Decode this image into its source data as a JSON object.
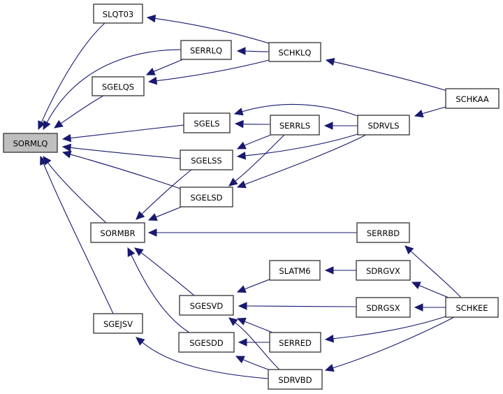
{
  "diagram": {
    "type": "call-graph",
    "root": "SORMLQ",
    "colors": {
      "edge": "#191970",
      "node_border": "#404040",
      "root_fill": "#bfbfbf",
      "node_fill": "#ffffff"
    },
    "nodes": [
      {
        "id": "SORMLQ",
        "label": "SORMLQ"
      },
      {
        "id": "SLQT03",
        "label": "SLQT03"
      },
      {
        "id": "SGELQS",
        "label": "SGELQS"
      },
      {
        "id": "SERRLQ",
        "label": "SERRLQ"
      },
      {
        "id": "SCHKLQ",
        "label": "SCHKLQ"
      },
      {
        "id": "SCHKAA",
        "label": "SCHKAA"
      },
      {
        "id": "SGELS",
        "label": "SGELS"
      },
      {
        "id": "SGELSS",
        "label": "SGELSS"
      },
      {
        "id": "SGELSD",
        "label": "SGELSD"
      },
      {
        "id": "SERRLS",
        "label": "SERRLS"
      },
      {
        "id": "SDRVLS",
        "label": "SDRVLS"
      },
      {
        "id": "SORMBR",
        "label": "SORMBR"
      },
      {
        "id": "SERRBD",
        "label": "SERRBD"
      },
      {
        "id": "SLATM6",
        "label": "SLATM6"
      },
      {
        "id": "SDRGVX",
        "label": "SDRGVX"
      },
      {
        "id": "SGESVD",
        "label": "SGESVD"
      },
      {
        "id": "SDRGSX",
        "label": "SDRGSX"
      },
      {
        "id": "SCHKEE",
        "label": "SCHKEE"
      },
      {
        "id": "SGEJSV",
        "label": "SGEJSV"
      },
      {
        "id": "SGESDD",
        "label": "SGESDD"
      },
      {
        "id": "SERRED",
        "label": "SERRED"
      },
      {
        "id": "SDRVBD",
        "label": "SDRVBD"
      }
    ],
    "edges": [
      {
        "from": "SLQT03",
        "to": "SORMLQ"
      },
      {
        "from": "SERRLQ",
        "to": "SORMLQ"
      },
      {
        "from": "SGELQS",
        "to": "SORMLQ"
      },
      {
        "from": "SGELS",
        "to": "SORMLQ"
      },
      {
        "from": "SGELSS",
        "to": "SORMLQ"
      },
      {
        "from": "SGELSD",
        "to": "SORMLQ"
      },
      {
        "from": "SORMBR",
        "to": "SORMLQ"
      },
      {
        "from": "SGEJSV",
        "to": "SORMLQ"
      },
      {
        "from": "SCHKLQ",
        "to": "SLQT03"
      },
      {
        "from": "SCHKLQ",
        "to": "SERRLQ"
      },
      {
        "from": "SCHKLQ",
        "to": "SGELQS"
      },
      {
        "from": "SERRLQ",
        "to": "SGELQS"
      },
      {
        "from": "SCHKAA",
        "to": "SCHKLQ"
      },
      {
        "from": "SCHKAA",
        "to": "SDRVLS"
      },
      {
        "from": "SDRVLS",
        "to": "SGELS"
      },
      {
        "from": "SERRLS",
        "to": "SGELS"
      },
      {
        "from": "SDRVLS",
        "to": "SERRLS"
      },
      {
        "from": "SERRLS",
        "to": "SGELSS"
      },
      {
        "from": "SDRVLS",
        "to": "SGELSS"
      },
      {
        "from": "SERRLS",
        "to": "SGELSD"
      },
      {
        "from": "SDRVLS",
        "to": "SGELSD"
      },
      {
        "from": "SGELSS",
        "to": "SORMBR"
      },
      {
        "from": "SGELSD",
        "to": "SORMBR"
      },
      {
        "from": "SERRBD",
        "to": "SORMBR"
      },
      {
        "from": "SGESVD",
        "to": "SORMBR"
      },
      {
        "from": "SGESDD",
        "to": "SORMBR"
      },
      {
        "from": "SCHKEE",
        "to": "SERRBD"
      },
      {
        "from": "SDRGVX",
        "to": "SLATM6"
      },
      {
        "from": "SCHKEE",
        "to": "SDRGVX"
      },
      {
        "from": "SLATM6",
        "to": "SGESVD"
      },
      {
        "from": "SDRGSX",
        "to": "SGESVD"
      },
      {
        "from": "SERRED",
        "to": "SGESVD"
      },
      {
        "from": "SDRVBD",
        "to": "SGESVD"
      },
      {
        "from": "SCHKEE",
        "to": "SDRGSX"
      },
      {
        "from": "SERRED",
        "to": "SGESDD"
      },
      {
        "from": "SDRVBD",
        "to": "SGESDD"
      },
      {
        "from": "SCHKEE",
        "to": "SERRED"
      },
      {
        "from": "SCHKEE",
        "to": "SDRVBD"
      },
      {
        "from": "SDRVBD",
        "to": "SGEJSV"
      }
    ]
  }
}
